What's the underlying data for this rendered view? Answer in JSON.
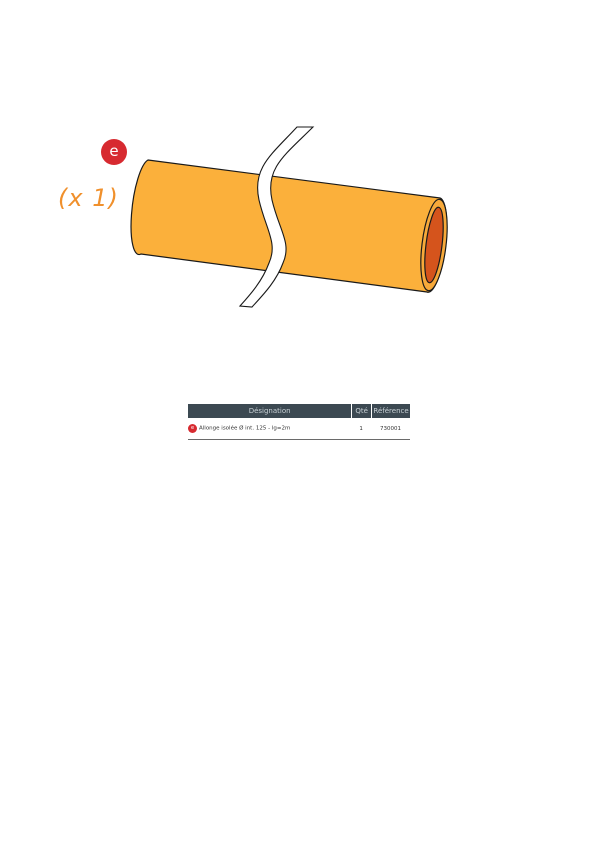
{
  "part": {
    "badge": "e",
    "quantity": "(x 1)"
  },
  "colors": {
    "pipe_body": "#fbb03b",
    "pipe_inner": "#d5541c",
    "badge": "#d72a30",
    "quantity_text": "#f0902c",
    "table_header": "#3c4952"
  },
  "table": {
    "headers": [
      "Désignation",
      "Qté",
      "Référence"
    ],
    "rows": [
      {
        "badge": "e",
        "designation": "Allonge isolée Ø int. 125 - lg=2m",
        "qty": "1",
        "reference": "730001"
      }
    ]
  }
}
